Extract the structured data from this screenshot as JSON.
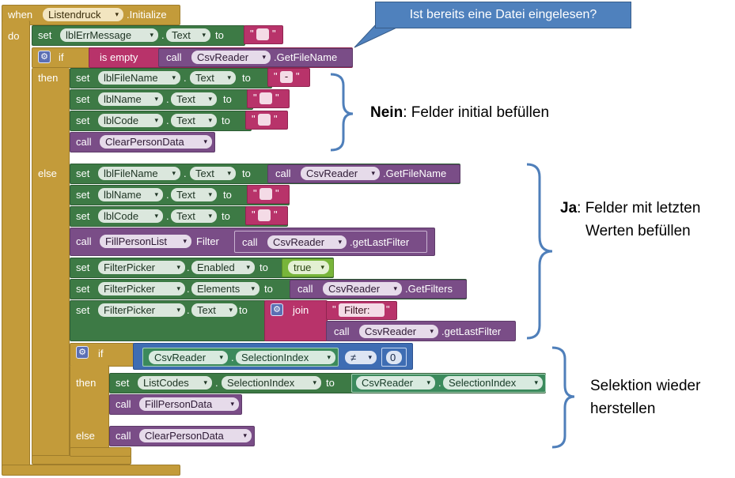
{
  "keywords": {
    "when": "when",
    "do": "do",
    "set": "set",
    "to": "to",
    "if": "if",
    "then": "then",
    "else": "else",
    "call": "call",
    "is_empty": "is empty",
    "filter": "Filter",
    "join": "join",
    "quote": "\"",
    "dash": "-",
    "neq": "≠",
    "zero": "0",
    "true": "true",
    "filter_str": "Filter:",
    "dropdown_glyph": "▾"
  },
  "event": {
    "component": "Listendruck",
    "event": ".Initialize"
  },
  "components": {
    "lblErrMessage": "lblErrMessage",
    "lblFileName": "lblFileName",
    "lblName": "lblName",
    "lblCode": "lblCode",
    "FilterPicker": "FilterPicker",
    "ListCodes": "ListCodes"
  },
  "properties": {
    "Text": "Text",
    "Enabled": "Enabled",
    "Elements": "Elements",
    "SelectionIndex": "SelectionIndex"
  },
  "procedures": {
    "ClearPersonData": "ClearPersonData",
    "FillPersonList": "FillPersonList",
    "FillPersonData": "FillPersonData"
  },
  "csv": {
    "component": "CsvReader",
    "GetFileName": ".GetFileName",
    "getLastFilter": ".getLastFilter",
    "GetFilters": ".GetFilters"
  },
  "annotations": {
    "callout": "Ist bereits eine Datei eingelesen?",
    "nein_bold": "Nein",
    "nein_text": ": Felder initial befüllen",
    "ja_bold": "Ja",
    "ja_text": ": Felder mit letzten",
    "ja_text2": "Werten befüllen",
    "sel_line1": "Selektion wieder",
    "sel_line2": "herstellen"
  },
  "colors": {
    "event": "#c39b3a",
    "setter": "#3d7a45",
    "procedure": "#7a4d87",
    "text": "#b8336a",
    "logic": "#78b53a",
    "math": "#3e6db3",
    "callout": "#4f81bd",
    "bracket": "#4f7fba"
  }
}
